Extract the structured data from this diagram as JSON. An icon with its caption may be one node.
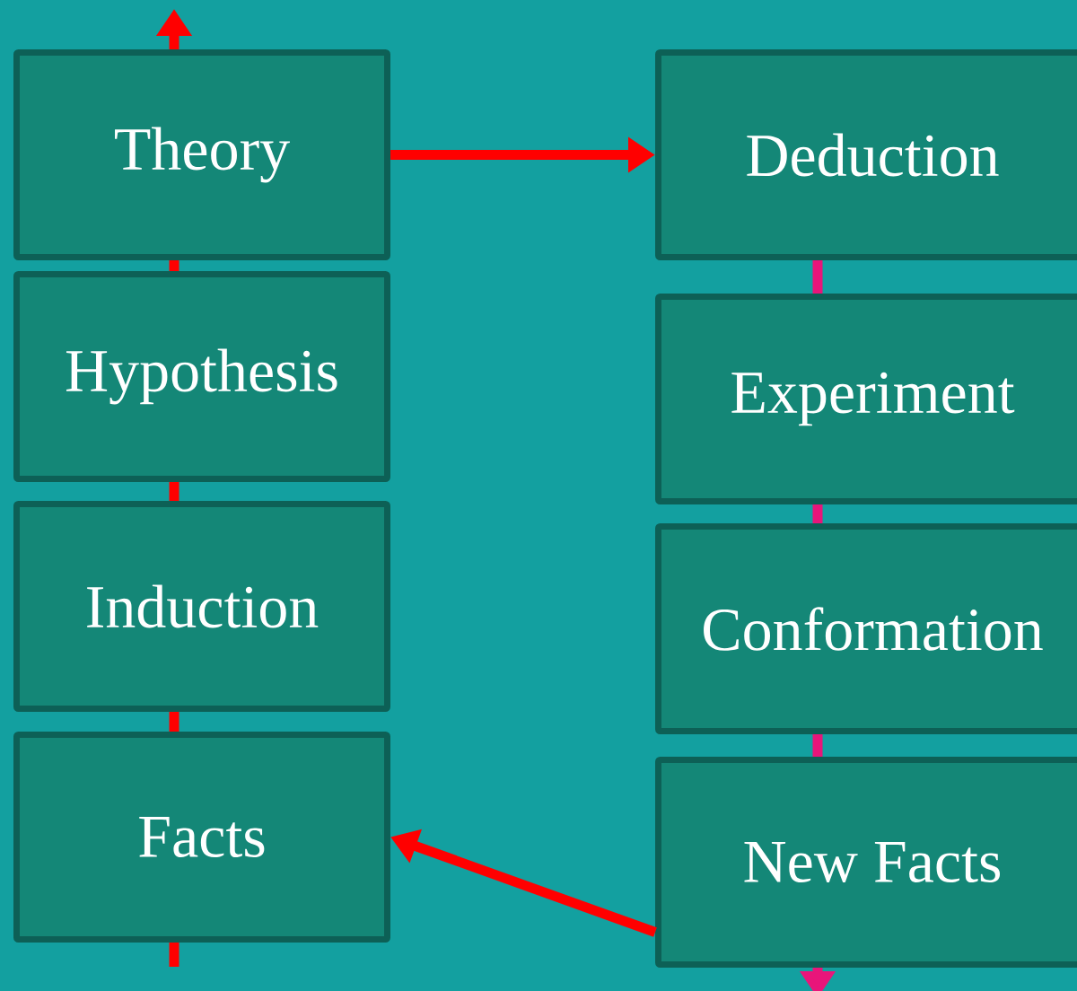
{
  "diagram": {
    "nodes": [
      {
        "text": [
          "Theory"
        ]
      },
      {
        "text": [
          "Hypothesis"
        ]
      },
      {
        "text": [
          "Induction"
        ]
      },
      {
        "text": [
          "Facts"
        ]
      },
      {
        "text": [
          "Deduction"
        ]
      },
      {
        "text": [
          "Experiment"
        ]
      },
      {
        "text": [
          "Conformation"
        ]
      },
      {
        "text": [
          "New Facts"
        ]
      }
    ],
    "edges": [
      {
        "from": null,
        "to": 3,
        "arrow": "none"
      },
      {
        "from": 3,
        "to": 2,
        "arrow": "none"
      },
      {
        "from": 2,
        "to": 1,
        "arrow": "none"
      },
      {
        "from": 1,
        "to": 0,
        "arrow": "none"
      },
      {
        "from": 0,
        "to": null,
        "arrow": "to"
      },
      {
        "from": 0,
        "to": 4,
        "arrow": "to"
      },
      {
        "from": 4,
        "to": 5,
        "arrow": "none",
        "color": "#e8157a"
      },
      {
        "from": 5,
        "to": 6,
        "arrow": "none",
        "color": "#e8157a"
      },
      {
        "from": 6,
        "to": 7,
        "arrow": "none",
        "color": "#e8157a"
      },
      {
        "from": 7,
        "to": null,
        "arrow": "to",
        "color": "#e8157a"
      },
      {
        "from": 7,
        "to": 3,
        "arrow": "to"
      }
    ]
  }
}
